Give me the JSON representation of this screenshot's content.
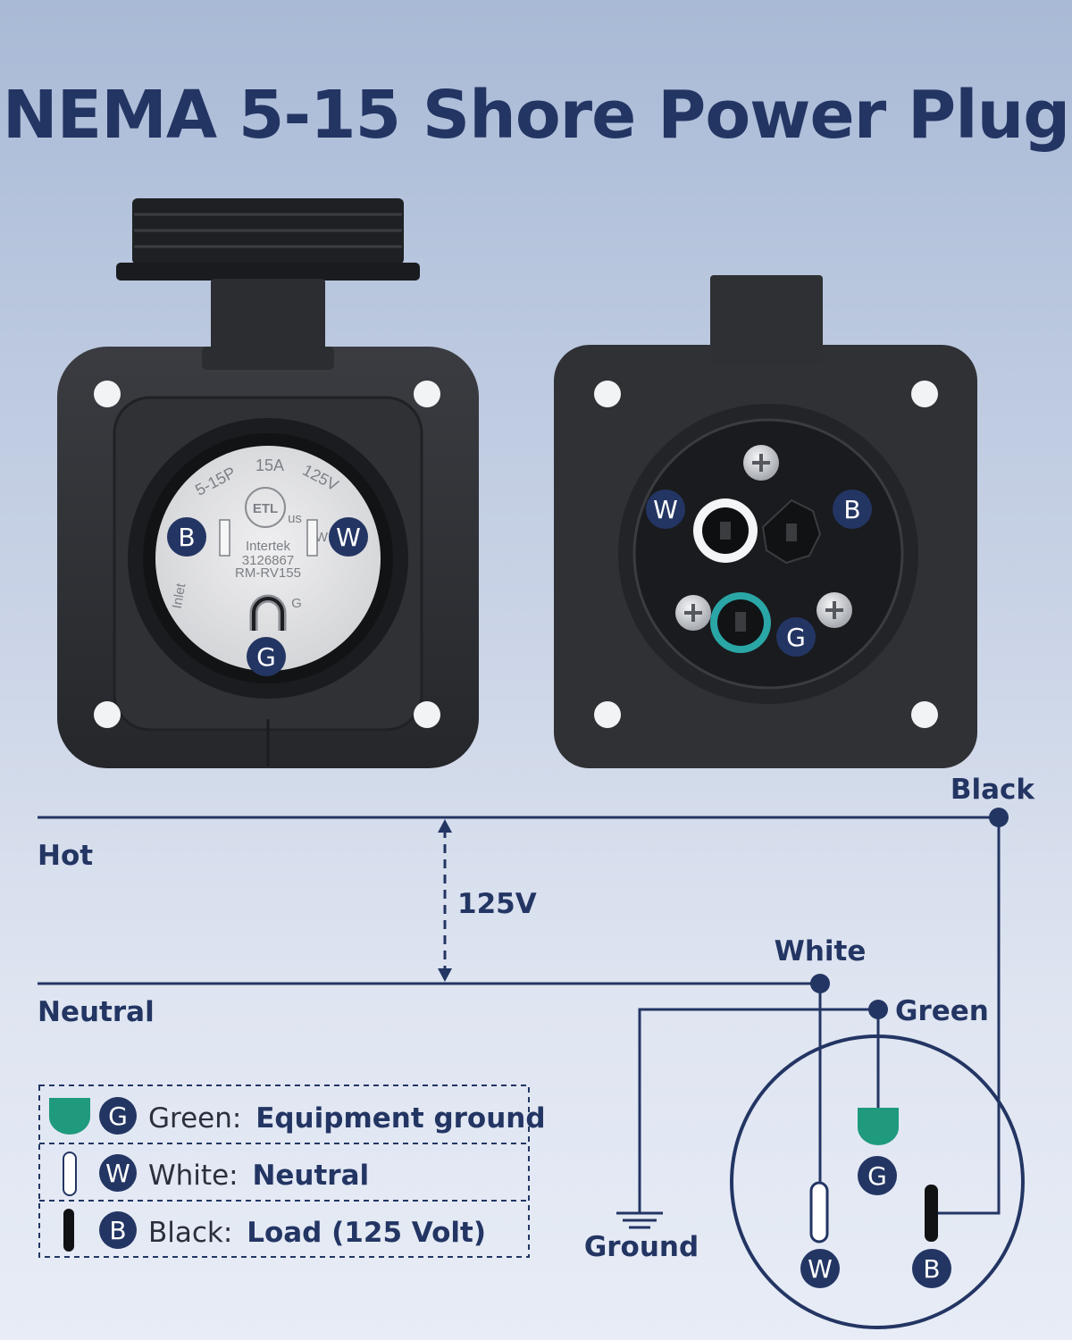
{
  "title": "NEMA 5-15 Shore Power Plug",
  "colors": {
    "navy": "#233563",
    "ground_green": "#1f9a7c",
    "teal_ring": "#2aa6a6",
    "housing": "#2d2f33",
    "face": "#e4e4e6"
  },
  "front_view": {
    "badges": {
      "b": "B",
      "w": "W",
      "g": "G"
    },
    "face_text": {
      "rating_1": "5-15P",
      "rating_2": "15A",
      "rating_3": "125V",
      "cert": "ETL",
      "cert_sup": "us",
      "brand": "Intertek",
      "code": "3126867",
      "model": "RM-RV155",
      "w_mark": "W",
      "g_mark": "G",
      "inlet": "Inlet"
    }
  },
  "back_view": {
    "badges": {
      "w": "W",
      "b": "B",
      "g": "G"
    }
  },
  "wiring": {
    "hot": "Hot",
    "neutral": "Neutral",
    "voltage": "125V",
    "black": "Black",
    "white": "White",
    "green": "Green",
    "ground": "Ground",
    "pins": {
      "g": "G",
      "w": "W",
      "b": "B"
    }
  },
  "legend": [
    {
      "badge": "G",
      "color_name": "Green:",
      "meaning": "Equipment ground",
      "icon": "ground-pin-icon"
    },
    {
      "badge": "W",
      "color_name": "White:",
      "meaning": "Neutral",
      "icon": "white-pin-icon"
    },
    {
      "badge": "B",
      "color_name": "Black:",
      "meaning": "Load (125 Volt)",
      "icon": "black-pin-icon"
    }
  ]
}
